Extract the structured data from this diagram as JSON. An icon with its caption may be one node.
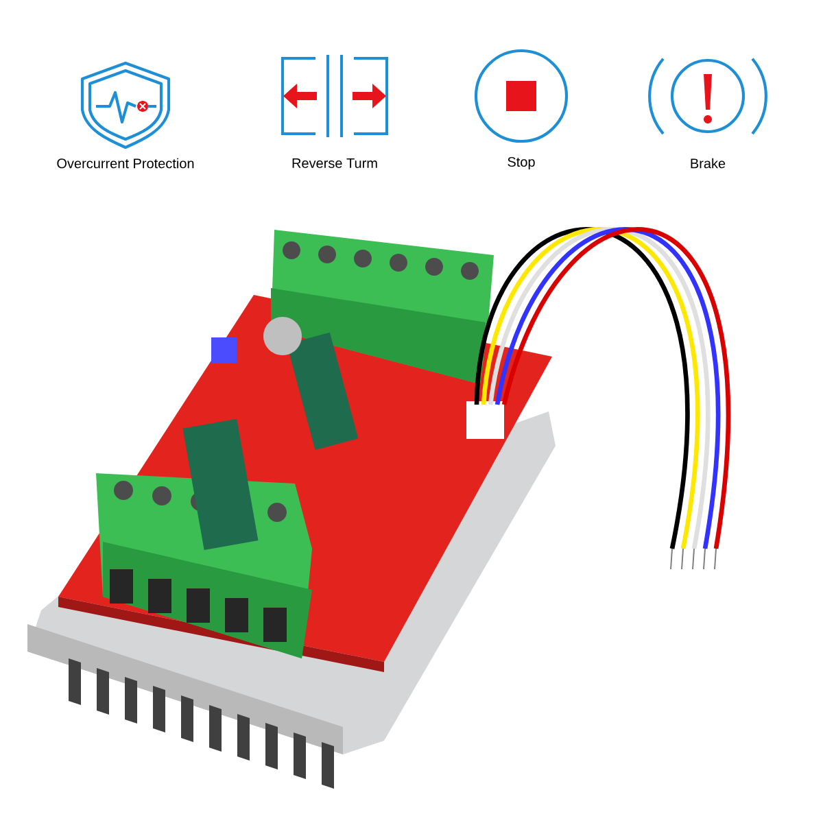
{
  "diagram": {
    "labels": [
      "Overcurrent Protection",
      "Reverse Turm",
      "Stop",
      "Brake"
    ]
  }
}
